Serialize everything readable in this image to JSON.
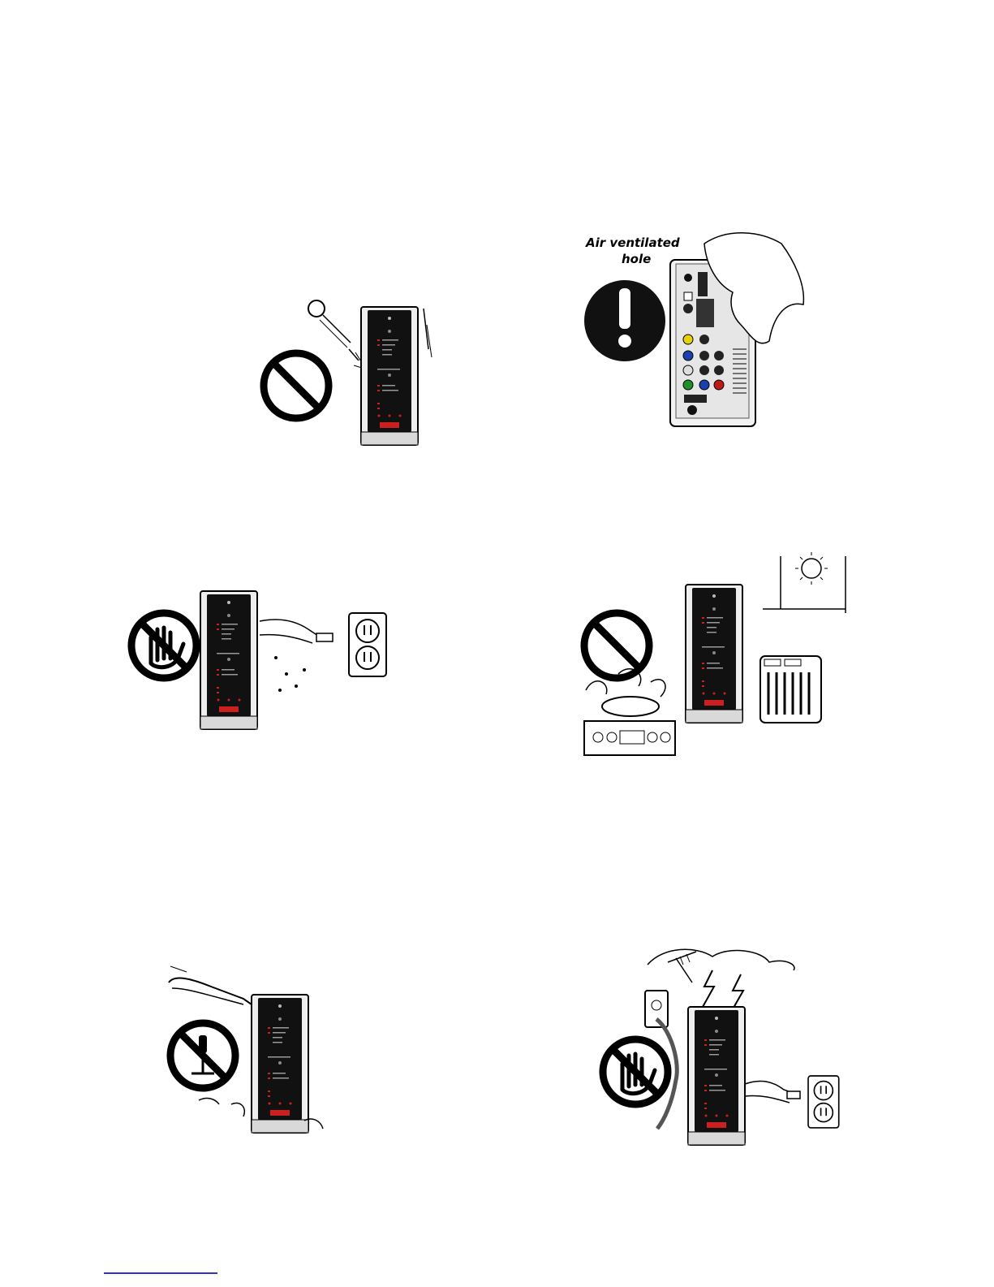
{
  "page": {
    "background": "#ffffff"
  },
  "panels": [
    {
      "id": "no-impact",
      "icon": "prohibition-icon"
    },
    {
      "id": "keep-vents-clear",
      "icon": "exclamation-icon",
      "label_line1": "Air ventilated",
      "label_line2": "hole"
    },
    {
      "id": "no-wet-hands",
      "icon": "wet-hand-prohibition-icon"
    },
    {
      "id": "avoid-heat-sources",
      "icon": "prohibition-icon"
    },
    {
      "id": "no-disassembly",
      "icon": "screwdriver-prohibition-icon"
    },
    {
      "id": "no-touch-lightning",
      "icon": "hand-prohibition-icon"
    }
  ],
  "colors": {
    "device_body": "#111111",
    "device_frame": "#d9d9d9",
    "accent_red": "#cc1f1f",
    "link": "#3333cc"
  }
}
